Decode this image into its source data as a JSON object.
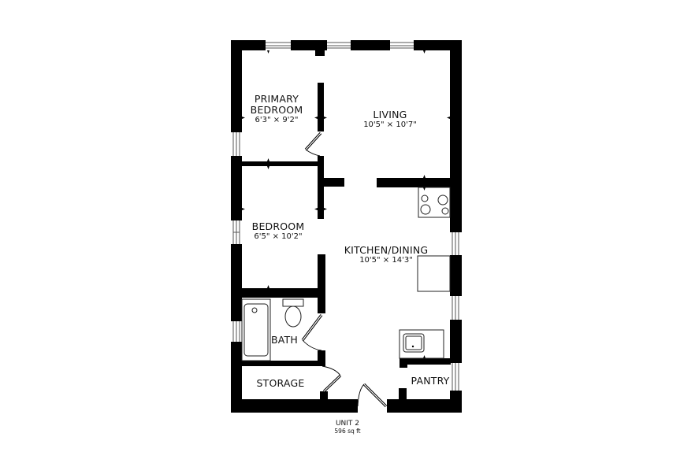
{
  "plan": {
    "unit": "UNIT 2",
    "area": "596 sq ft",
    "wall_color": "#000000",
    "background": "#ffffff"
  },
  "rooms": {
    "primary_bedroom": {
      "name_line1": "PRIMARY",
      "name_line2": "BEDROOM",
      "dims": "6'3\" × 9'2\""
    },
    "living": {
      "name": "LIVING",
      "dims": "10'5\" × 10'7\""
    },
    "bedroom": {
      "name": "BEDROOM",
      "dims": "6'5\" × 10'2\""
    },
    "kitchen_dining": {
      "name": "KITCHEN/DINING",
      "dims": "10'5\" × 14'3\""
    },
    "bath": {
      "name": "BATH"
    },
    "storage": {
      "name": "STORAGE"
    },
    "pantry": {
      "name": "PANTRY"
    }
  },
  "fixtures": {
    "stove": "stove-icon",
    "sink": "sink-icon",
    "toilet": "toilet-icon",
    "bathtub": "bathtub-icon",
    "fridge": "refrigerator-icon"
  }
}
